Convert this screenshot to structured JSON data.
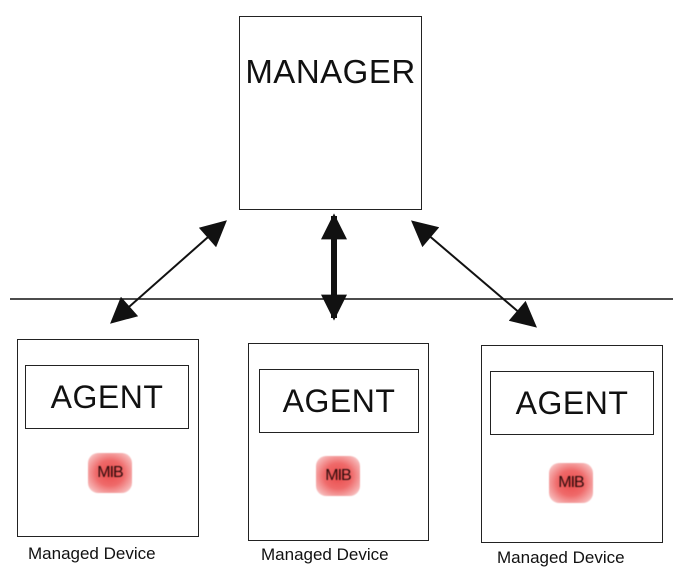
{
  "manager": {
    "label": "MANAGER"
  },
  "devices": [
    {
      "agent_label": "AGENT",
      "mib_label": "MIB",
      "caption": "Managed Device"
    },
    {
      "agent_label": "AGENT",
      "mib_label": "MIB",
      "caption": "Managed Device"
    },
    {
      "agent_label": "AGENT",
      "mib_label": "MIB",
      "caption": "Managed Device"
    }
  ],
  "colors": {
    "line": "#111111",
    "mib": "#e84545"
  }
}
